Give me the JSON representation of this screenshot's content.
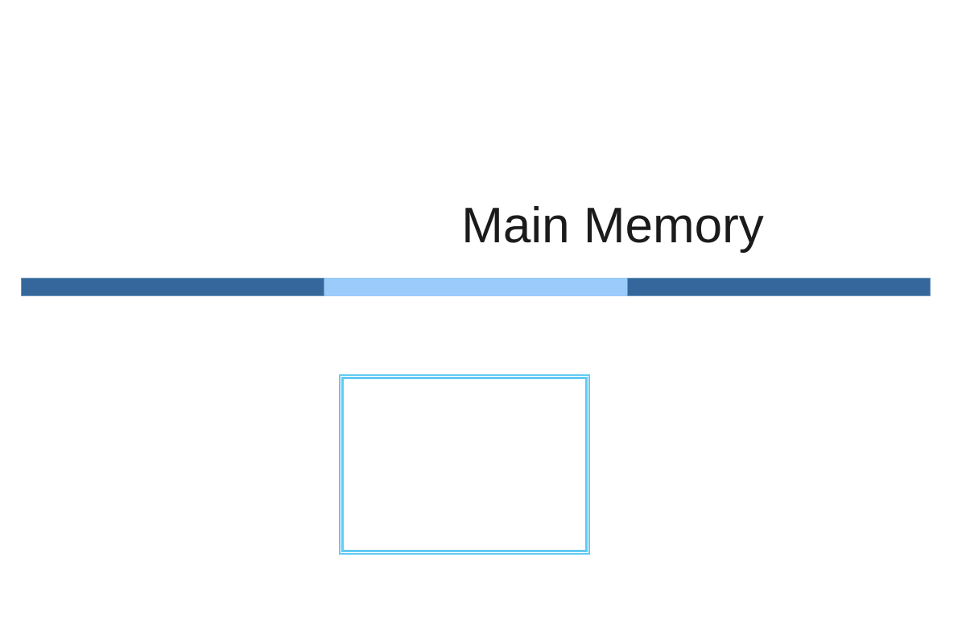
{
  "slide": {
    "title": "Main Memory",
    "title_color": "#1b1b1b",
    "background": "#FFFFFF"
  },
  "divider": {
    "segments": [
      {
        "position": "left",
        "color": "#35679C"
      },
      {
        "position": "center",
        "color": "#9ACBFB"
      },
      {
        "position": "right",
        "color": "#35679C"
      }
    ]
  },
  "placeholder": {
    "border_color": "#63CBF3",
    "fill_color": "#FFFFFF"
  }
}
